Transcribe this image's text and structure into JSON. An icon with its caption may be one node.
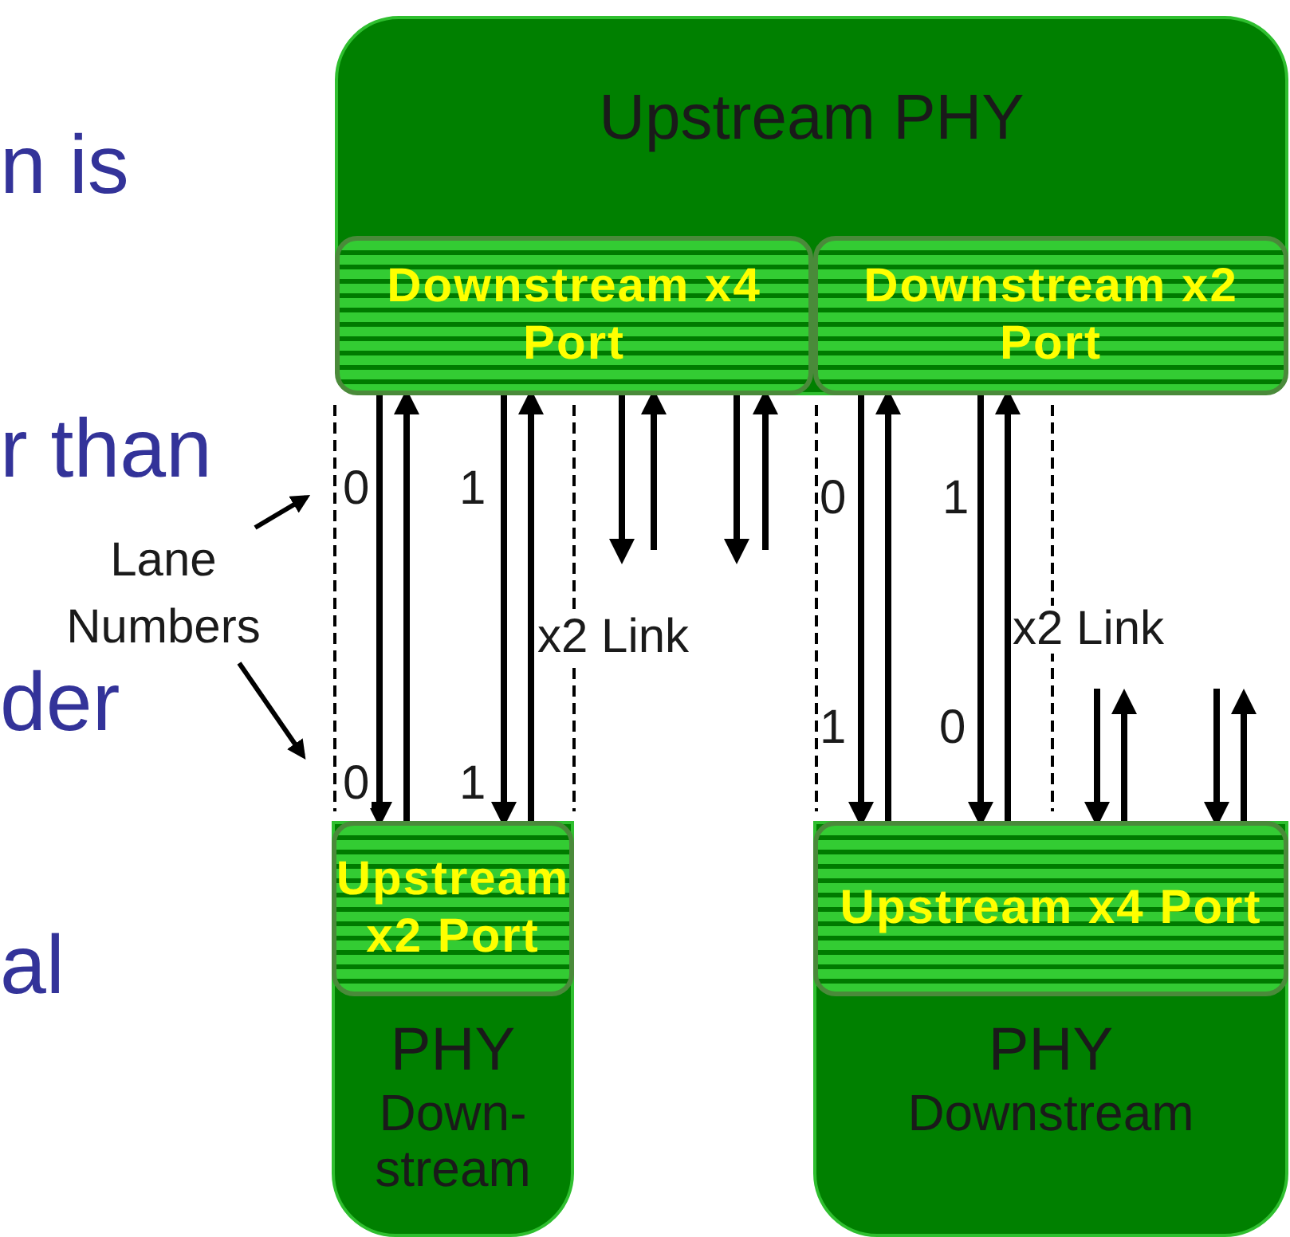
{
  "diagram": {
    "nodes": [
      {
        "text": [
          "Upstream PHY"
        ]
      },
      {
        "text": [
          "Downstream x4 Port"
        ],
        "in": 0
      },
      {
        "text": [
          "Downstream x2 Port"
        ],
        "in": 0
      },
      {
        "text": [
          "PHY",
          "Down- stream"
        ]
      },
      {
        "text": [
          "Upstream x2 Port"
        ],
        "in": 3
      },
      {
        "text": [
          "PHY",
          "Downstream"
        ]
      },
      {
        "text": [
          "Upstream x4 Port"
        ],
        "in": 5
      },
      {
        "text": [
          "Lane Numbers"
        ]
      }
    ],
    "edges": [
      {
        "from": 1,
        "to": 4,
        "arrow": "to"
      },
      {
        "from": 4,
        "to": 1,
        "arrow": "to"
      },
      {
        "from": 1,
        "to": 4,
        "arrow": "to"
      },
      {
        "from": 4,
        "to": 1,
        "arrow": "to"
      },
      {
        "from": 1,
        "to": null,
        "arrow": "to"
      },
      {
        "from": null,
        "to": 1,
        "arrow": "to"
      },
      {
        "from": 1,
        "to": null,
        "arrow": "to"
      },
      {
        "from": null,
        "to": 1,
        "arrow": "to"
      },
      {
        "from": 2,
        "to": 6,
        "arrow": "to"
      },
      {
        "from": 6,
        "to": 2,
        "arrow": "to"
      },
      {
        "from": 2,
        "to": 6,
        "arrow": "to"
      },
      {
        "from": 6,
        "to": 2,
        "arrow": "to"
      },
      {
        "from": null,
        "to": 6,
        "arrow": "to"
      },
      {
        "from": 6,
        "to": null,
        "arrow": "to"
      },
      {
        "from": null,
        "to": 6,
        "arrow": "to"
      },
      {
        "from": 6,
        "to": null,
        "arrow": "to"
      },
      {
        "from": 7,
        "to": null,
        "arrow": "to"
      },
      {
        "from": 7,
        "to": null,
        "arrow": "to"
      }
    ],
    "labels": [
      "n is",
      "r than",
      "0",
      "1",
      "0",
      "1",
      "x2 Link",
      "0",
      "1",
      "x2 Link",
      "der",
      "1",
      "0",
      "al"
    ]
  }
}
